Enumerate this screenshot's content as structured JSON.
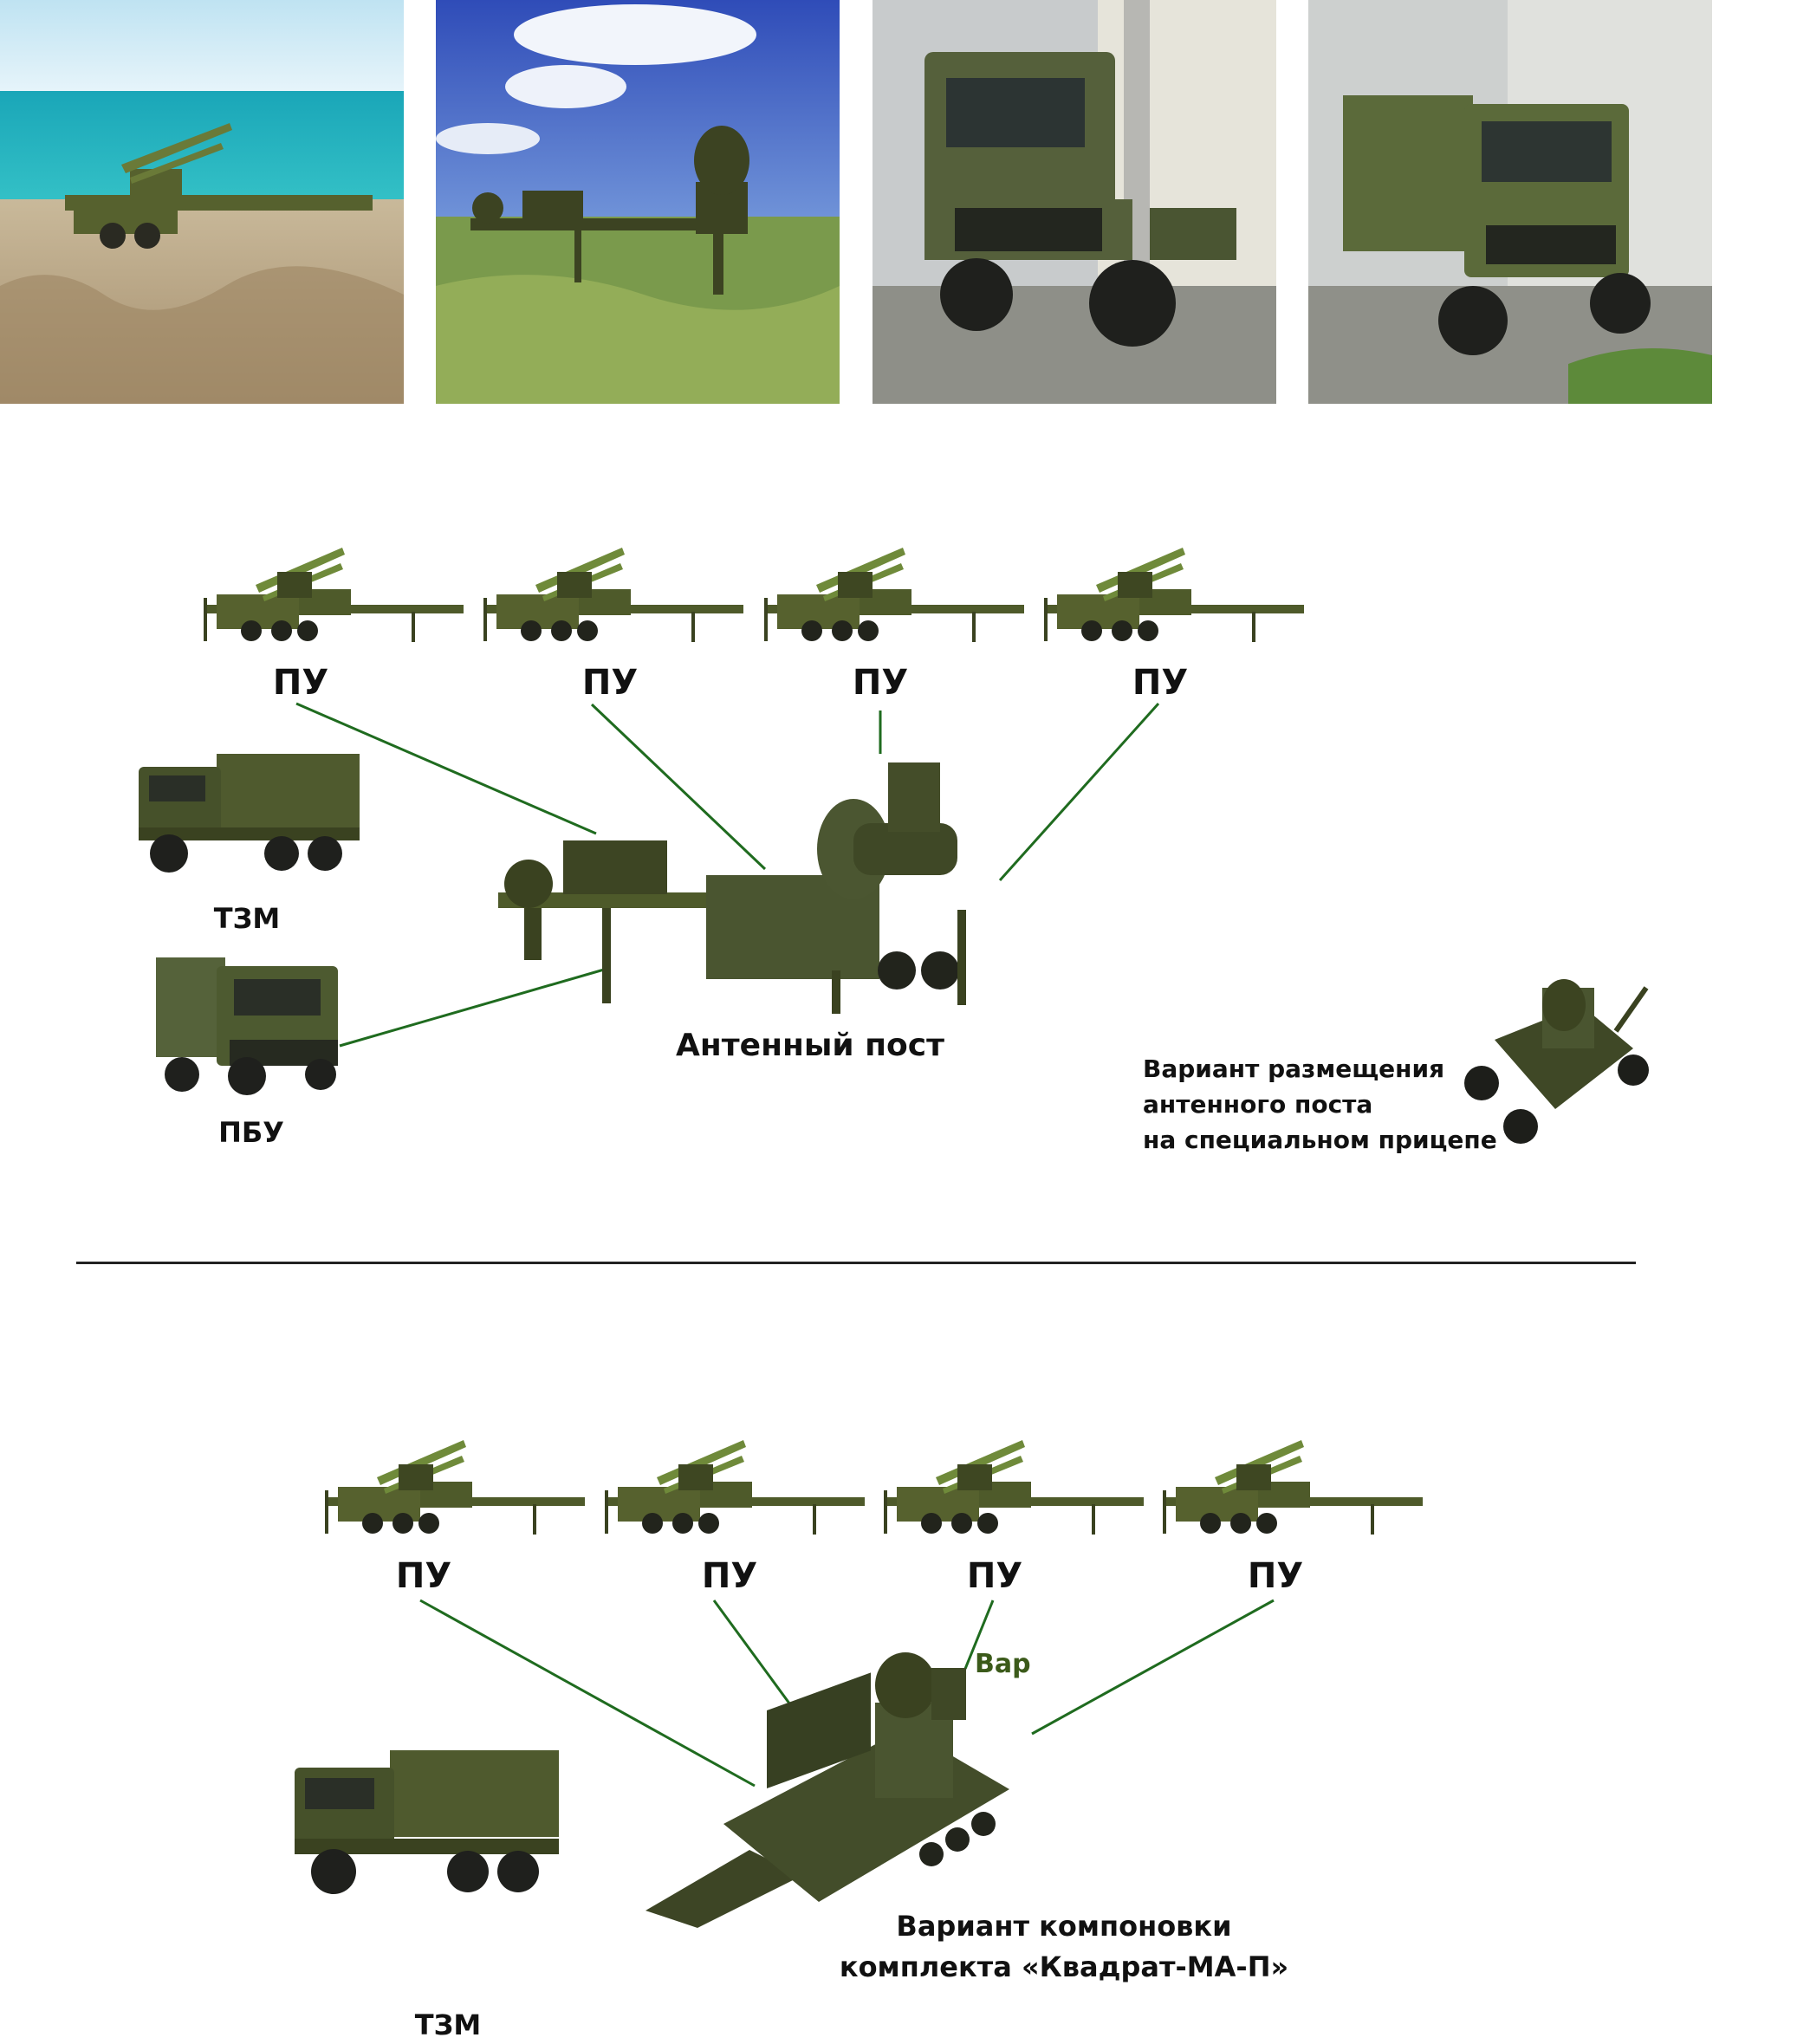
{
  "photos": [
    {
      "icon": "missile-launcher-seaside-photo"
    },
    {
      "icon": "antenna-post-field-photo"
    },
    {
      "icon": "maz-tractor-photo"
    },
    {
      "icon": "maz-command-truck-photo"
    }
  ],
  "scheme1": {
    "launcher_labels": [
      "ПУ",
      "ПУ",
      "ПУ",
      "ПУ"
    ],
    "tzm_label": "ТЗМ",
    "pbu_label": "ПБУ",
    "antenna_label": "Антенный пост",
    "trailer_note": [
      "Вариант размещения",
      "антенного поста",
      "на специальном прицепе"
    ]
  },
  "scheme2": {
    "launcher_labels": [
      "ПУ",
      "ПУ",
      "ПУ",
      "ПУ"
    ],
    "tzm_label": "ТЗМ",
    "var_fragment": "Вар",
    "layout_note": [
      "Вариант компоновки",
      "комплекта «Квадрат-МА-П»"
    ]
  },
  "colors": {
    "line_green": "#1f6b1f",
    "olive": "#4e5a2a",
    "olive_dark": "#3a4220",
    "olive_light": "#6b7a3a"
  }
}
